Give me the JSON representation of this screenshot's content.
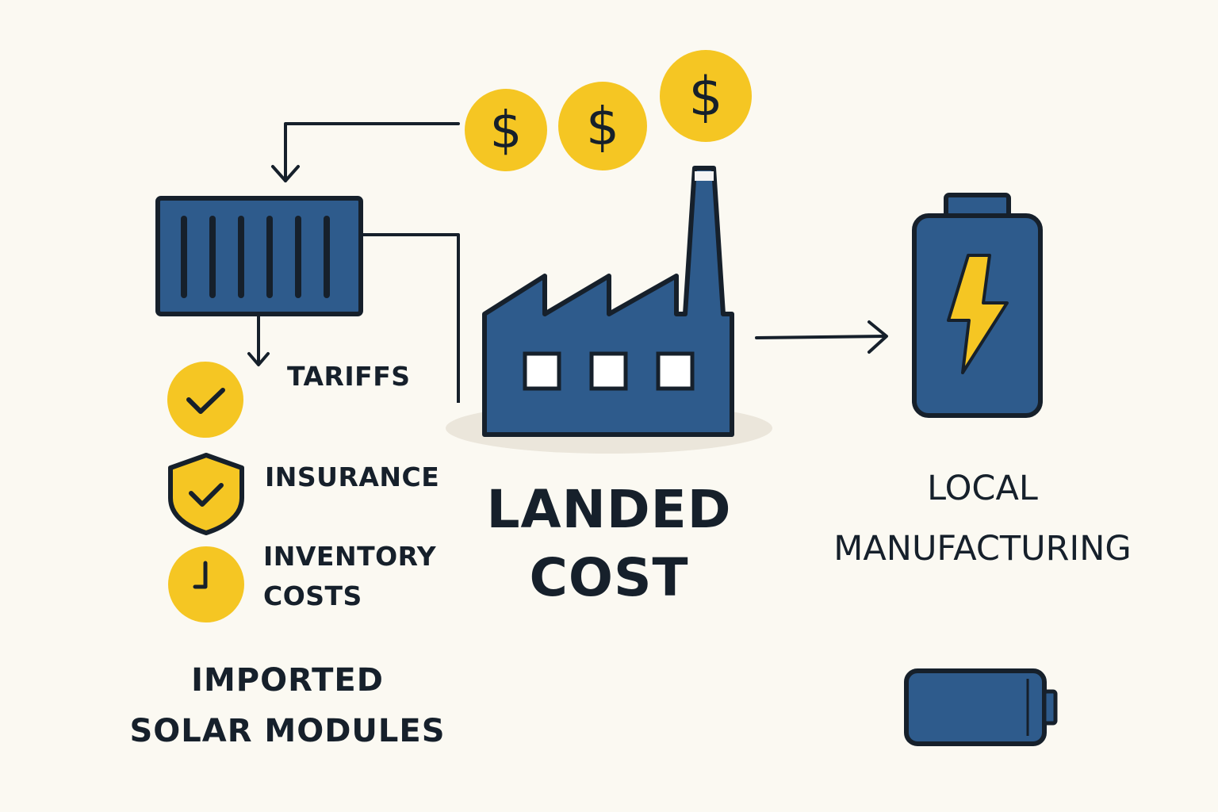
{
  "colors": {
    "background": "#fbf9f2",
    "navy": "#2e5b8c",
    "outline": "#16202b",
    "gold": "#f5c623"
  },
  "coins": [
    {
      "symbol": "$",
      "icon": "dollar-coin-icon"
    },
    {
      "symbol": "$",
      "icon": "dollar-coin-icon"
    },
    {
      "symbol": "$",
      "icon": "dollar-coin-icon"
    }
  ],
  "cost_items": [
    {
      "label": "TARIFFS",
      "icon": "check-circle-icon"
    },
    {
      "label": "INSURANCE",
      "icon": "shield-check-icon"
    },
    {
      "label_line1": "INVENTORY",
      "label_line2": "COSTS",
      "icon": "clock-icon"
    }
  ],
  "imported": {
    "line1": "IMPORTED",
    "line2": "SOLAR MODULES",
    "icon": "shipping-container-icon"
  },
  "center": {
    "line1": "LANDED",
    "line2": "COST",
    "icon": "factory-icon"
  },
  "local": {
    "line1": "LOCAL",
    "line2": "MANUFACTURING",
    "icon": "battery-charging-icon"
  },
  "extra_icon": "battery-icon"
}
